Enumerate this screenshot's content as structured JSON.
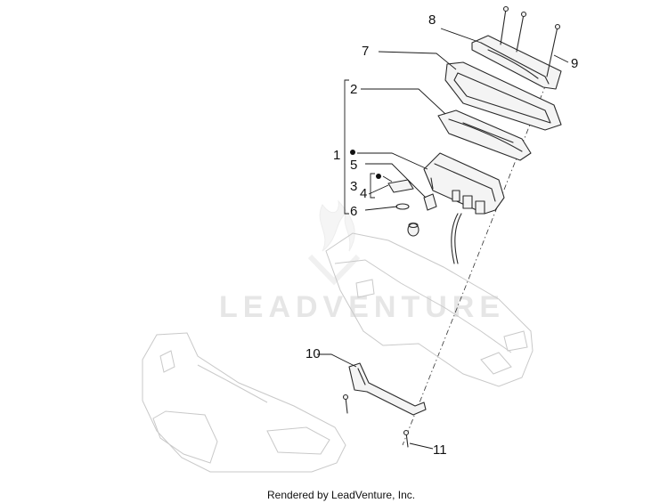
{
  "watermark": {
    "brand": "LEADVENTURE"
  },
  "footer": {
    "rendered_by": "Rendered by LeadVenture, Inc."
  },
  "callouts": [
    {
      "id": "1",
      "label": "1"
    },
    {
      "id": "2",
      "label": "2"
    },
    {
      "id": "3",
      "label": "3"
    },
    {
      "id": "4",
      "label": "4"
    },
    {
      "id": "5",
      "label": "5"
    },
    {
      "id": "6",
      "label": "6"
    },
    {
      "id": "7",
      "label": "7"
    },
    {
      "id": "8",
      "label": "8"
    },
    {
      "id": "9",
      "label": "9"
    },
    {
      "id": "10",
      "label": "10"
    },
    {
      "id": "11",
      "label": "11"
    }
  ]
}
